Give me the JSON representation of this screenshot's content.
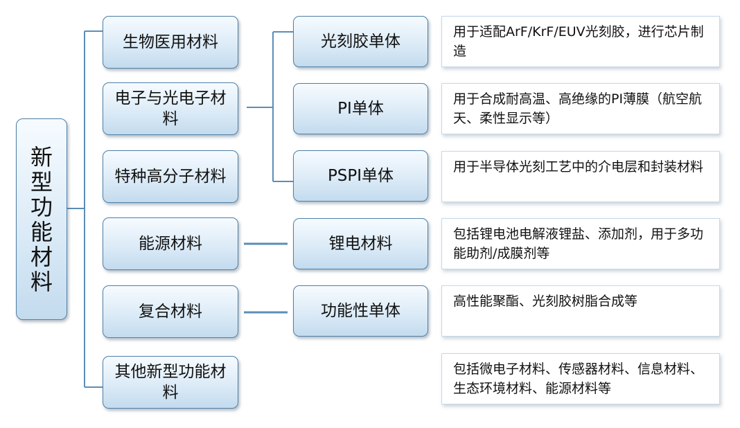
{
  "root": {
    "label": "新型功能材料"
  },
  "categories": [
    {
      "label": "生物医用材料"
    },
    {
      "label": "电子与光电子材料"
    },
    {
      "label": "特种高分子材料"
    },
    {
      "label": "能源材料"
    },
    {
      "label": "复合材料"
    },
    {
      "label": "其他新型功能材料"
    }
  ],
  "subcategories": [
    {
      "label": "光刻胶单体"
    },
    {
      "label": "PI单体"
    },
    {
      "label": "PSPI单体"
    },
    {
      "label": "锂电材料"
    },
    {
      "label": "功能性单体"
    }
  ],
  "descriptions": [
    {
      "text": "用于适配ArF/KrF/EUV光刻胶，进行芯片制造"
    },
    {
      "text": "用于合成耐高温、高绝缘的PI薄膜（航空航天、柔性显示等）"
    },
    {
      "text": "用于半导体光刻工艺中的介电层和封装材料"
    },
    {
      "text": "包括锂电池电解液锂盐、添加剂，用于多功能助剂/成膜剂等"
    },
    {
      "text": "高性能聚酯、光刻胶树脂合成等"
    },
    {
      "text": "包括微电子材料、传感器材料、信息材料、生态环境材料、能源材料等"
    }
  ],
  "colors": {
    "connector": "#5b8db8",
    "node_border": "#4f7fa6"
  }
}
